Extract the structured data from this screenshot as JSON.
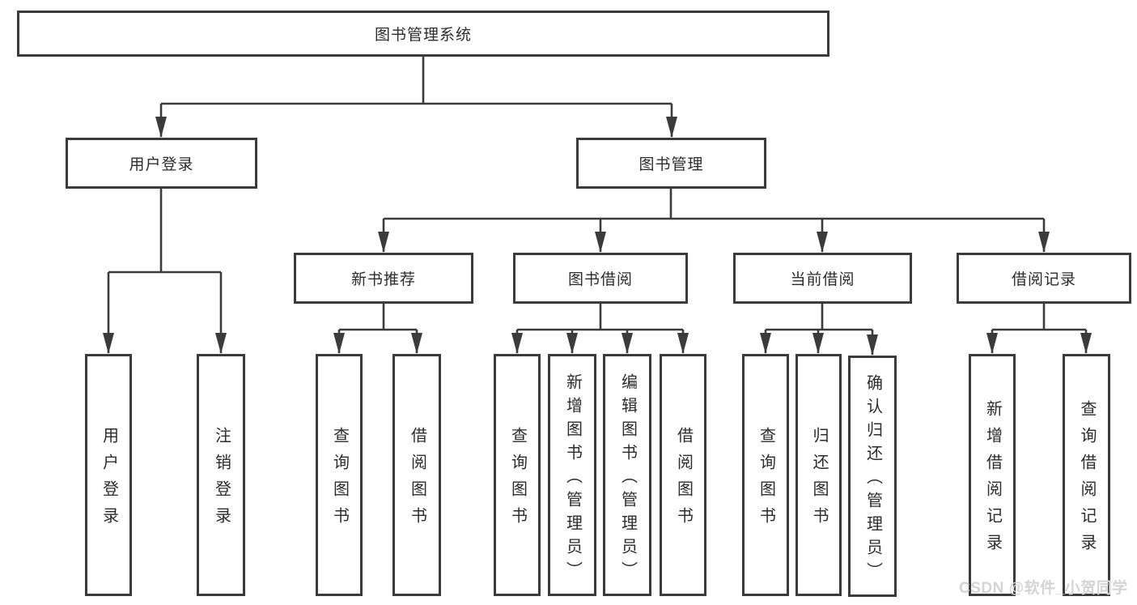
{
  "diagram": {
    "root": {
      "label": "图书管理系统"
    },
    "branches": [
      {
        "label": "用户登录",
        "children": [
          {
            "label": "用户登录"
          },
          {
            "label": "注销登录"
          }
        ]
      },
      {
        "label": "图书管理",
        "children": [
          {
            "label": "新书推荐",
            "children": [
              {
                "label": "查询图书"
              },
              {
                "label": "借阅图书"
              }
            ]
          },
          {
            "label": "图书借阅",
            "children": [
              {
                "label": "查询图书"
              },
              {
                "label": "新增图书（管理员）"
              },
              {
                "label": "编辑图书（管理员）"
              },
              {
                "label": "借阅图书"
              }
            ]
          },
          {
            "label": "当前借阅",
            "children": [
              {
                "label": "查询图书"
              },
              {
                "label": "归还图书"
              },
              {
                "label": "确认归还（管理员）"
              }
            ]
          },
          {
            "label": "借阅记录",
            "children": [
              {
                "label": "新增借阅记录"
              },
              {
                "label": "查询借阅记录"
              }
            ]
          }
        ]
      }
    ]
  },
  "watermark": {
    "text": "CSDN @软件_小贺同学"
  },
  "colors": {
    "line": "#3b3b3b",
    "text": "#2c2c2c",
    "watermark": "#d4d4d4",
    "background": "#ffffff"
  }
}
